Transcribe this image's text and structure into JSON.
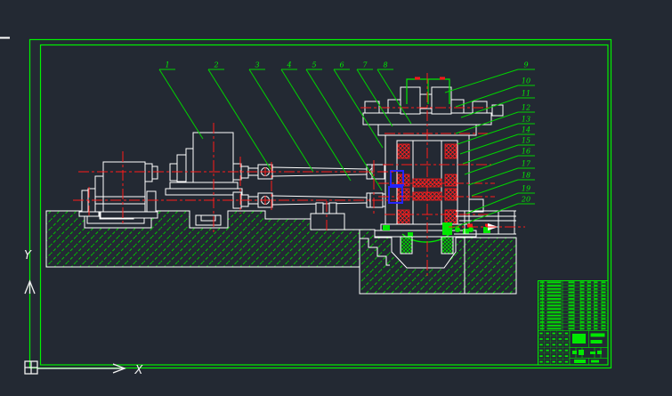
{
  "colors": {
    "background": "#232933",
    "frame_green": "#00f000",
    "geometry_white": "#ffffff",
    "centerline_red": "#ff1a1a",
    "hatch_green": "#00c400",
    "highlight_green": "#00e800",
    "detail_blue": "#2424ff"
  },
  "ucs": {
    "x_label": "X",
    "y_label": "Y"
  },
  "callouts": {
    "top": [
      "1",
      "2",
      "3",
      "4",
      "5",
      "6",
      "7",
      "8"
    ],
    "right": [
      "9",
      "10",
      "11",
      "12",
      "13",
      "14",
      "15",
      "16",
      "17",
      "18",
      "19",
      "20"
    ]
  }
}
